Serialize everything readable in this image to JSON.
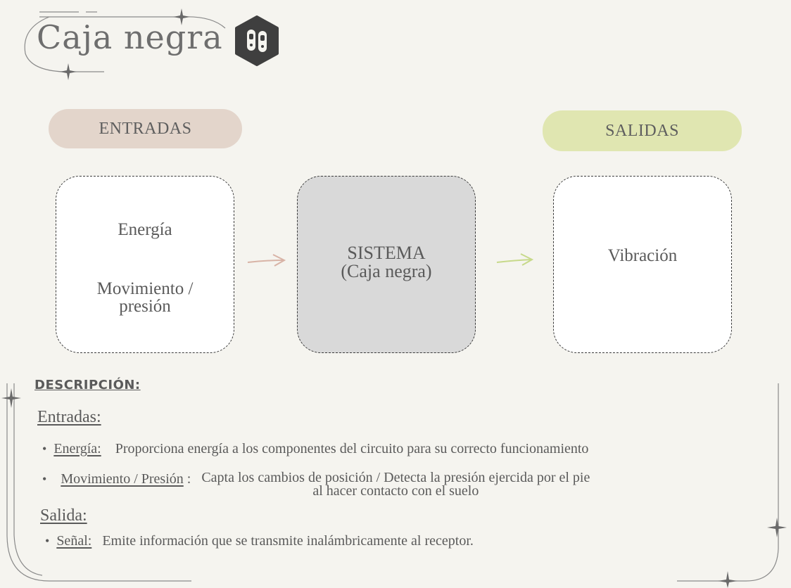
{
  "title": "Caja negra",
  "logo": {
    "icon": "footprints-icon",
    "color": "#3f3f3f"
  },
  "labels": {
    "inputs": "ENTRADAS",
    "outputs": "SALIDAS"
  },
  "boxes": {
    "input_1": "Energía",
    "input_2": "Movimiento /",
    "input_3": "presión",
    "system_1": "SISTEMA",
    "system_2": "(Caja negra)",
    "output": "Vibración"
  },
  "arrows": {
    "left_color": "#d8b3a6",
    "right_color": "#c7d98a"
  },
  "description": {
    "heading": "DESCRIPCIÓN:",
    "inputs_heading": "Entradas:",
    "items_in": [
      {
        "term": "Energía:",
        "text": "Proporciona energía a los componentes del circuito para su correcto funcionamiento"
      },
      {
        "term": "Movimiento / Presión",
        "sep": ":",
        "text_1": "Capta los cambios de posición / Detecta la presión ejercida por el pie",
        "text_2": "al hacer contacto con el suelo"
      }
    ],
    "output_heading": "Salida:",
    "items_out": [
      {
        "term": "Señal:",
        "text": "Emite información que se transmite inalámbricamente al receptor."
      }
    ]
  },
  "colors": {
    "background": "#f5f4ef",
    "pill_in": "#e3d5cb",
    "pill_out": "#e0e6b1",
    "system_box": "#d9d9d9"
  }
}
